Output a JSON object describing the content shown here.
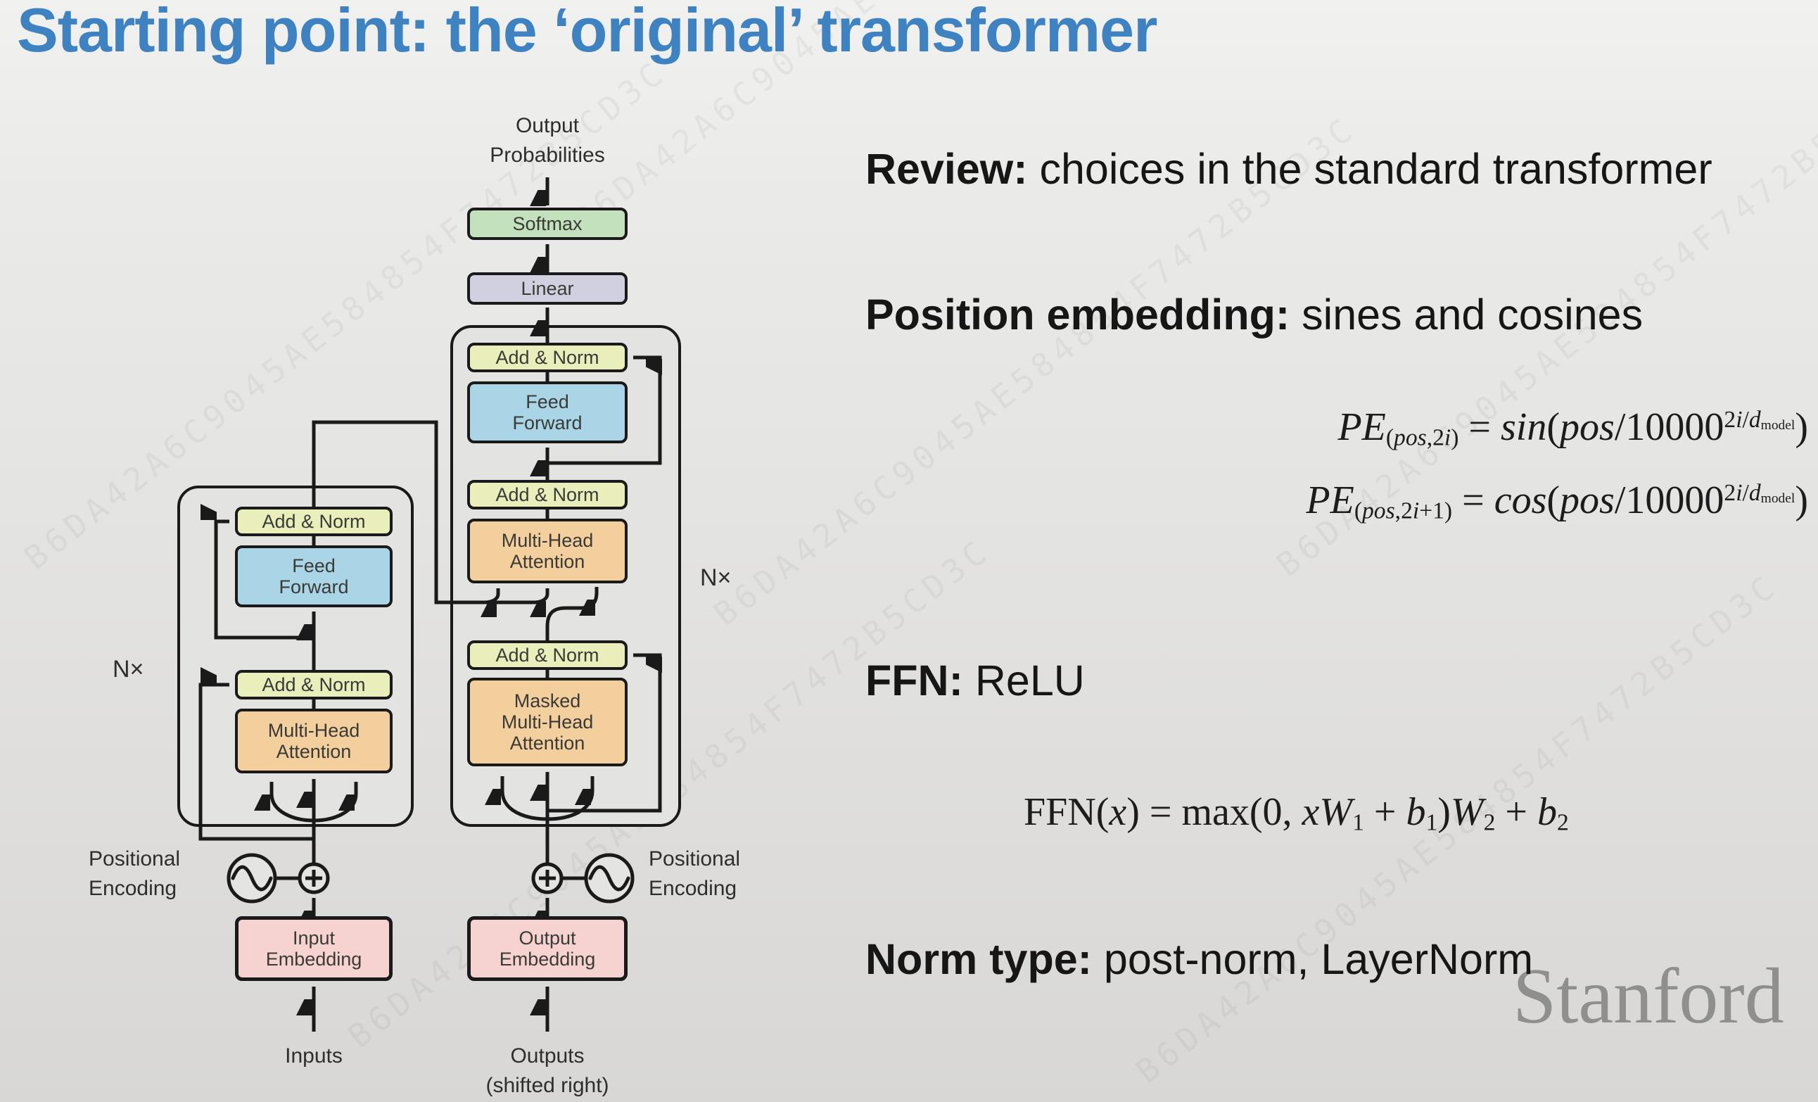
{
  "title": "Starting point: the ‘original’ transformer",
  "colors": {
    "title_blue": "#3e82c2",
    "softmax_green": "#c3e1bd",
    "linear_lavender": "#d0d0e0",
    "add_norm_yellow": "#e9eebb",
    "feed_forward_blue": "#a9d5e6",
    "attention_orange": "#f4cf9e",
    "embedding_pink": "#f6d3d1",
    "stanford_gray": "#8f8f8d"
  },
  "diagram": {
    "output_probabilities": [
      "Output",
      "Probabilities"
    ],
    "boxes": {
      "softmax": "Softmax",
      "linear": "Linear",
      "add_norm": "Add & Norm",
      "feed_forward": [
        "Feed",
        "Forward"
      ],
      "multi_head": [
        "Multi-Head",
        "Attention"
      ],
      "masked_multi_head": [
        "Masked",
        "Multi-Head",
        "Attention"
      ],
      "input_embedding": [
        "Input",
        "Embedding"
      ],
      "output_embedding": [
        "Output",
        "Embedding"
      ]
    },
    "labels": {
      "nx": "N×",
      "positional_encoding": [
        "Positional",
        "Encoding"
      ],
      "inputs": "Inputs",
      "outputs": [
        "Outputs",
        "(shifted right)"
      ]
    },
    "icons": {
      "sine_icon": "∿",
      "add_icon": "⊕"
    }
  },
  "panel": {
    "review": {
      "bold": "Review:",
      "rest": " choices in the standard transformer"
    },
    "position": {
      "bold": "Position embedding:",
      "rest": " sines and cosines"
    },
    "ffn": {
      "bold": "FFN:",
      "rest": " ReLU"
    },
    "norm": {
      "bold": "Norm type:",
      "rest": " post-norm, LayerNorm"
    },
    "formulas": {
      "pe1": [
        {
          "t": "PE",
          "i": true
        },
        {
          "sub": true,
          "segs": [
            {
              "t": "("
            },
            {
              "t": "pos",
              "i": true
            },
            {
              "t": ",2"
            },
            {
              "t": "i",
              "i": true
            },
            {
              "t": ")"
            }
          ]
        },
        {
          "t": " = "
        },
        {
          "t": "sin",
          "i": true
        },
        {
          "t": "("
        },
        {
          "t": "pos",
          "i": true
        },
        {
          "t": "/10000"
        },
        {
          "sup": true,
          "segs": [
            {
              "t": "2"
            },
            {
              "t": "i",
              "i": true
            },
            {
              "t": "/"
            },
            {
              "t": "d",
              "i": true
            },
            {
              "sub": true,
              "segs": [
                {
                  "t": "model"
                }
              ]
            }
          ]
        },
        {
          "t": ")"
        }
      ],
      "pe2": [
        {
          "t": "PE",
          "i": true
        },
        {
          "sub": true,
          "segs": [
            {
              "t": "("
            },
            {
              "t": "pos",
              "i": true
            },
            {
              "t": ",2"
            },
            {
              "t": "i",
              "i": true
            },
            {
              "t": "+1)"
            }
          ]
        },
        {
          "t": " = "
        },
        {
          "t": "cos",
          "i": true
        },
        {
          "t": "("
        },
        {
          "t": "pos",
          "i": true
        },
        {
          "t": "/10000"
        },
        {
          "sup": true,
          "segs": [
            {
              "t": "2"
            },
            {
              "t": "i",
              "i": true
            },
            {
              "t": "/"
            },
            {
              "t": "d",
              "i": true
            },
            {
              "sub": true,
              "segs": [
                {
                  "t": "model"
                }
              ]
            }
          ]
        },
        {
          "t": ")"
        }
      ],
      "ffn": [
        {
          "t": "FFN("
        },
        {
          "t": "x",
          "i": true
        },
        {
          "t": ") = max(0, "
        },
        {
          "t": "xW",
          "i": true
        },
        {
          "sub": true,
          "segs": [
            {
              "t": "1"
            }
          ]
        },
        {
          "t": " + "
        },
        {
          "t": "b",
          "i": true
        },
        {
          "sub": true,
          "segs": [
            {
              "t": "1"
            }
          ]
        },
        {
          "t": ")"
        },
        {
          "t": "W",
          "i": true
        },
        {
          "sub": true,
          "segs": [
            {
              "t": "2"
            }
          ]
        },
        {
          "t": " + "
        },
        {
          "t": "b",
          "i": true
        },
        {
          "sub": true,
          "segs": [
            {
              "t": "2"
            }
          ]
        }
      ]
    }
  },
  "watermark": {
    "stanford": "Stanford",
    "hex": "B6DA42A6C9045AE584854F7472B5CD3C"
  }
}
